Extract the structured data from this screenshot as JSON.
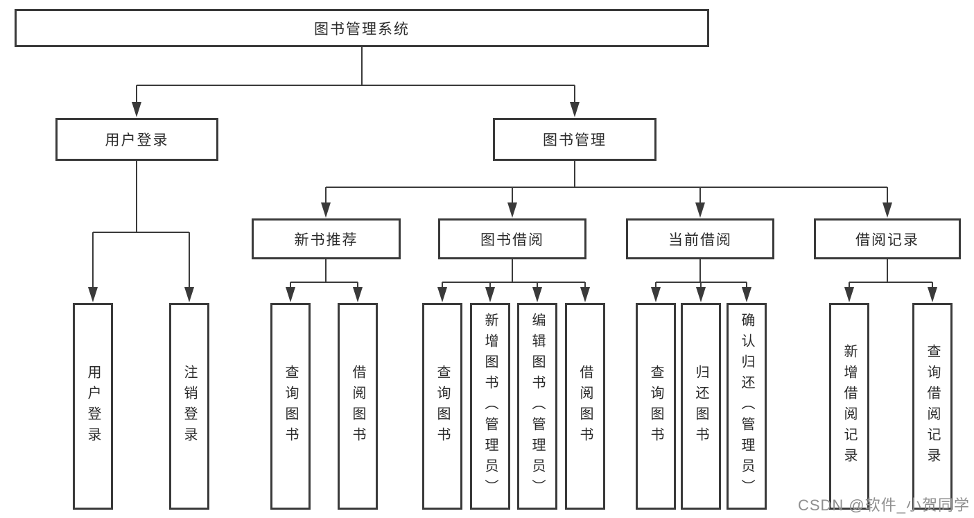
{
  "diagram_type": "tree",
  "tree": {
    "label": "图书管理系统",
    "children": [
      {
        "label": "用户登录",
        "children": [
          {
            "label": "用户登录"
          },
          {
            "label": "注销登录"
          }
        ]
      },
      {
        "label": "图书管理",
        "children": [
          {
            "label": "新书推荐",
            "children": [
              {
                "label": "查询图书"
              },
              {
                "label": "借阅图书"
              }
            ]
          },
          {
            "label": "图书借阅",
            "children": [
              {
                "label": "查询图书"
              },
              {
                "label": "新增图书（管理员）"
              },
              {
                "label": "编辑图书（管理员）"
              },
              {
                "label": "借阅图书"
              }
            ]
          },
          {
            "label": "当前借阅",
            "children": [
              {
                "label": "查询图书"
              },
              {
                "label": "归还图书"
              },
              {
                "label": "确认归还（管理员）"
              }
            ]
          },
          {
            "label": "借阅记录",
            "children": [
              {
                "label": "新增借阅记录"
              },
              {
                "label": "查询借阅记录"
              }
            ]
          }
        ]
      }
    ]
  },
  "watermark": {
    "text": "CSDN @软件_小贺同学"
  },
  "colors": {
    "line": "#3a3a3a",
    "text": "#2b2b2b",
    "watermark": "#8f8f8f",
    "background": "#ffffff"
  }
}
